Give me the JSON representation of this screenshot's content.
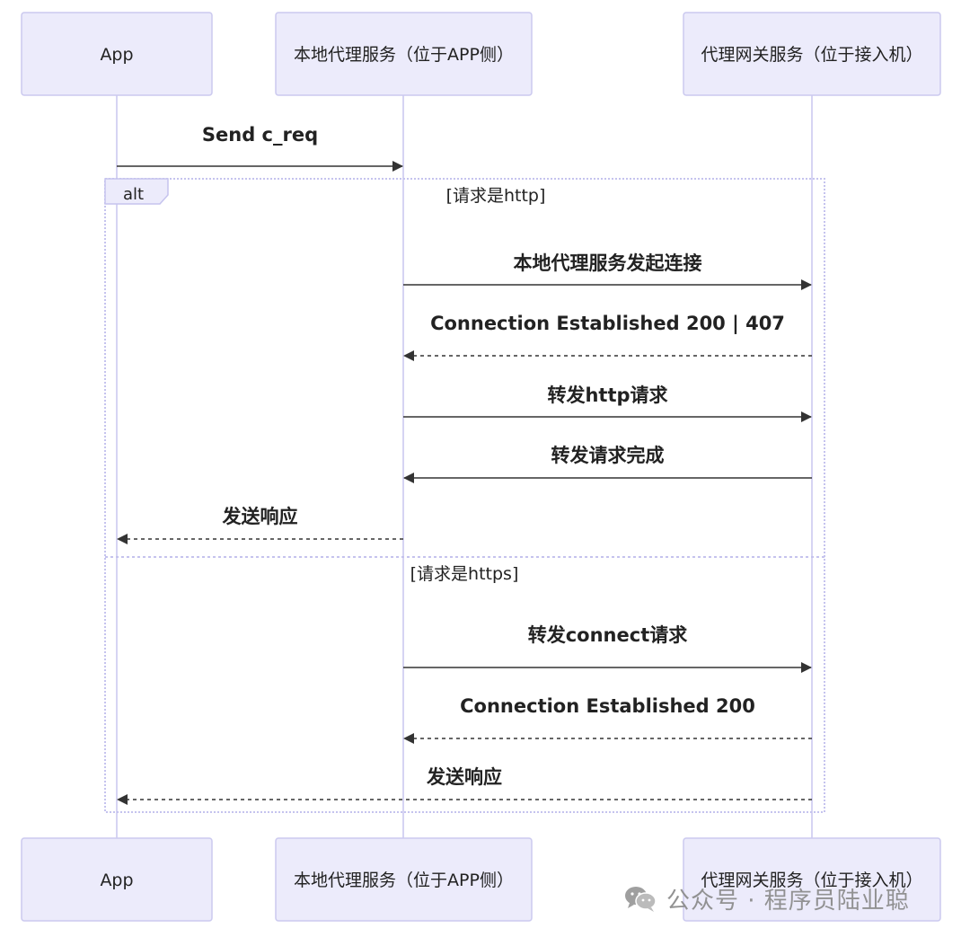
{
  "participants": [
    {
      "name": "App"
    },
    {
      "name": "本地代理服务（位于APP侧）"
    },
    {
      "name": "代理网关服务（位于接入机）"
    }
  ],
  "messages": [
    {
      "label": "Send c_req",
      "from": 0,
      "to": 1,
      "style": "solid"
    },
    {
      "label": "本地代理服务发起连接",
      "from": 1,
      "to": 2,
      "style": "solid"
    },
    {
      "label": "Connection Established 200 | 407",
      "from": 2,
      "to": 1,
      "style": "dashed"
    },
    {
      "label": "转发http请求",
      "from": 1,
      "to": 2,
      "style": "solid"
    },
    {
      "label": "转发请求完成",
      "from": 2,
      "to": 1,
      "style": "solid"
    },
    {
      "label": "发送响应",
      "from": 1,
      "to": 0,
      "style": "dashed"
    },
    {
      "label": "转发connect请求",
      "from": 1,
      "to": 2,
      "style": "solid"
    },
    {
      "label": "Connection Established 200",
      "from": 2,
      "to": 1,
      "style": "dashed"
    },
    {
      "label": "发送响应",
      "from": 2,
      "to": 0,
      "style": "dashed"
    }
  ],
  "alt_block": {
    "tag": "alt",
    "condition_1": "[请求是http]",
    "condition_2": "[请求是https]"
  },
  "watermark": {
    "text": "公众号 · 程序员陆业聪",
    "icon": "wechat-icon"
  },
  "colors": {
    "actor_fill": "#ecebfb",
    "actor_border": "#cbc9ef",
    "lifeline": "#d6d4f3",
    "arrow": "#333333",
    "alt_border": "#c5c3ee",
    "text": "#222222",
    "watermark": "#8d8d8d"
  }
}
